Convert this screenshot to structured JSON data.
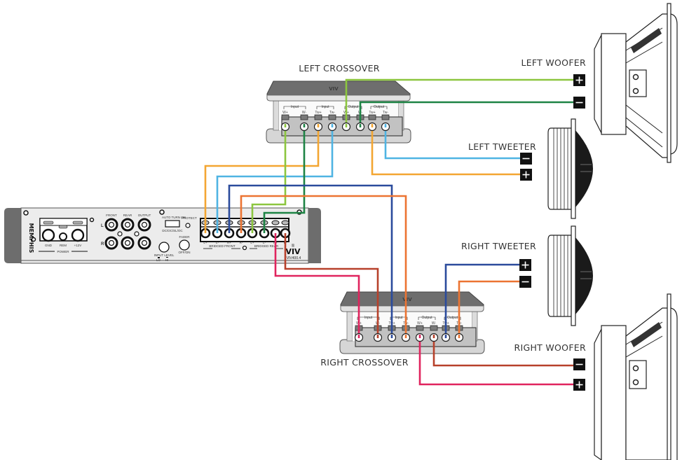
{
  "diagram": {
    "type": "car-audio-wiring",
    "labels": {
      "left_crossover": "LEFT CROSSOVER",
      "right_crossover": "RIGHT CROSSOVER",
      "left_woofer": "LEFT WOOFER",
      "left_tweeter": "LEFT TWEETER",
      "right_tweeter": "RIGHT TWEETER",
      "right_woofer": "RIGHT WOOFER"
    },
    "amplifier": {
      "brand": "MEMPHIS",
      "logo": "VIV",
      "model": "VIV400.4",
      "power_labels": [
        "GND",
        "REM",
        "+12V"
      ],
      "power_caption": "POWER",
      "rca_headers": [
        "FRONT",
        "REAR",
        "OUTPUT"
      ],
      "rca_rows": [
        "L",
        "R"
      ],
      "turn_on_label": "AUTO TURN ON",
      "turn_on_sub": "DC/OC/SL/OC",
      "protect_label": "PROTECT",
      "input_level_label": "INPUT LEVEL",
      "input_level_options": [
        "LO",
        "HI"
      ],
      "fader_label": "FADER",
      "fader_sub": "OFF/ON",
      "speaker_terminals": [
        "L+",
        "L-",
        "R+",
        "R-",
        "L+",
        "L-",
        "R+",
        "R-"
      ],
      "bridged_front": "BRIDGED FRONT",
      "bridged_rear": "BRIDGED REAR"
    },
    "crossover": {
      "group_labels": [
        "Input",
        "Input",
        "Output",
        "Output"
      ],
      "terminals": [
        "W+",
        "W-",
        "Tw+",
        "Tw-",
        "W+",
        "W-",
        "Tw+",
        "Tw-"
      ]
    },
    "polarity": {
      "plus": "+",
      "minus": "−"
    },
    "wire_colors": {
      "front_left_plus": "#f3a632",
      "front_left_minus": "#4fb4e3",
      "front_right_plus": "#2b4b9c",
      "front_right_minus": "#ec7432",
      "rear_left_plus": "#8cc63f",
      "rear_left_minus": "#1e8445",
      "rear_right_plus": "#e0245e",
      "rear_right_minus": "#b7412b"
    },
    "connections": [
      {
        "from": "amp L+ (front)",
        "to": "left crossover Tw+ input",
        "color": "front_left_plus"
      },
      {
        "from": "amp L- (front)",
        "to": "left crossover Tw- input",
        "color": "front_left_minus"
      },
      {
        "from": "amp R+ (front)",
        "to": "right crossover Tw+ input",
        "color": "front_right_plus"
      },
      {
        "from": "amp R- (front)",
        "to": "right crossover Tw- input",
        "color": "front_right_minus"
      },
      {
        "from": "amp L+ (rear)",
        "to": "left crossover W+ input",
        "color": "rear_left_plus"
      },
      {
        "from": "amp L- (rear)",
        "to": "left crossover W- input",
        "color": "rear_left_minus"
      },
      {
        "from": "amp R+ (rear)",
        "to": "right crossover W+ input",
        "color": "rear_right_plus"
      },
      {
        "from": "amp R- (rear)",
        "to": "right crossover W- input",
        "color": "rear_right_minus"
      },
      {
        "from": "left crossover W+ output",
        "to": "left woofer +",
        "color": "rear_left_plus"
      },
      {
        "from": "left crossover W- output",
        "to": "left woofer −",
        "color": "rear_left_minus"
      },
      {
        "from": "left crossover Tw+ output",
        "to": "left tweeter +",
        "color": "front_left_plus"
      },
      {
        "from": "left crossover Tw- output",
        "to": "left tweeter −",
        "color": "front_left_minus"
      },
      {
        "from": "right crossover Tw+ output",
        "to": "right tweeter +",
        "color": "front_right_plus"
      },
      {
        "from": "right crossover Tw- output",
        "to": "right tweeter −",
        "color": "front_right_minus"
      },
      {
        "from": "right crossover W+ output",
        "to": "right woofer +",
        "color": "rear_right_plus"
      },
      {
        "from": "right crossover W- output",
        "to": "right woofer −",
        "color": "rear_right_minus"
      }
    ]
  }
}
